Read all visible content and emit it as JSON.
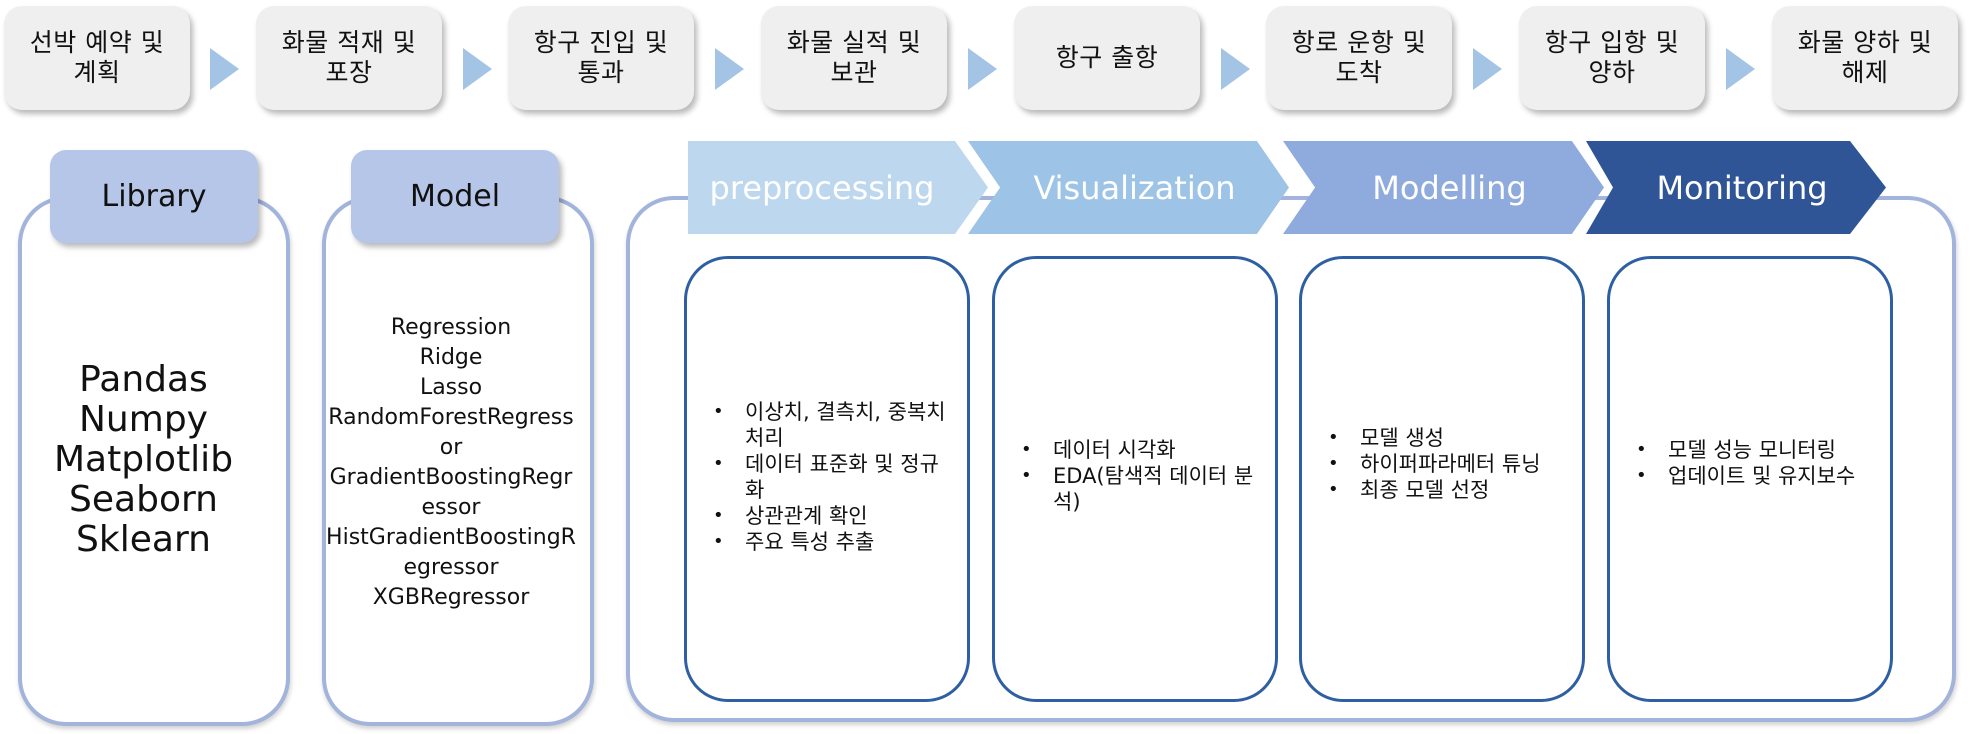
{
  "flow": {
    "steps": [
      "선박 예약 및\n계획",
      "화물 적재 및\n포장",
      "항구 진입 및\n통과",
      "화물 실적 및\n보관",
      "항구 출항",
      "항로 운항 및\n도착",
      "항구 입항 및\n양하",
      "화물 양하 및\n해제"
    ]
  },
  "library": {
    "title": "Library",
    "items": [
      "Pandas",
      "Numpy",
      "Matplotlib",
      "Seaborn",
      "Sklearn"
    ]
  },
  "model": {
    "title": "Model",
    "items": [
      "Regression",
      "Ridge",
      "Lasso",
      "RandomForestRegressor",
      "GradientBoostingRegressor",
      "HistGradientBoostingRegressor",
      "XGBRegressor"
    ]
  },
  "stages": [
    {
      "title": "preprocessing",
      "color": "#bdd7ee",
      "bullets": [
        "이상치, 결측치, 중복치 처리",
        "데이터 표준화 및 정규화",
        "상관관계 확인",
        "주요 특성 추출"
      ]
    },
    {
      "title": "Visualization",
      "color": "#9dc3e6",
      "bullets": [
        "데이터 시각화",
        "EDA(탐색적 데이터 분석)"
      ]
    },
    {
      "title": "Modelling",
      "color": "#8faadc",
      "bullets": [
        "모델 생성",
        "하이퍼파라메터 튜닝",
        "최종 모델 선정"
      ]
    },
    {
      "title": "Monitoring",
      "color": "#2f5597",
      "bullets": [
        "모델 성능 모니터링",
        "업데이트 및 유지보수"
      ]
    }
  ]
}
